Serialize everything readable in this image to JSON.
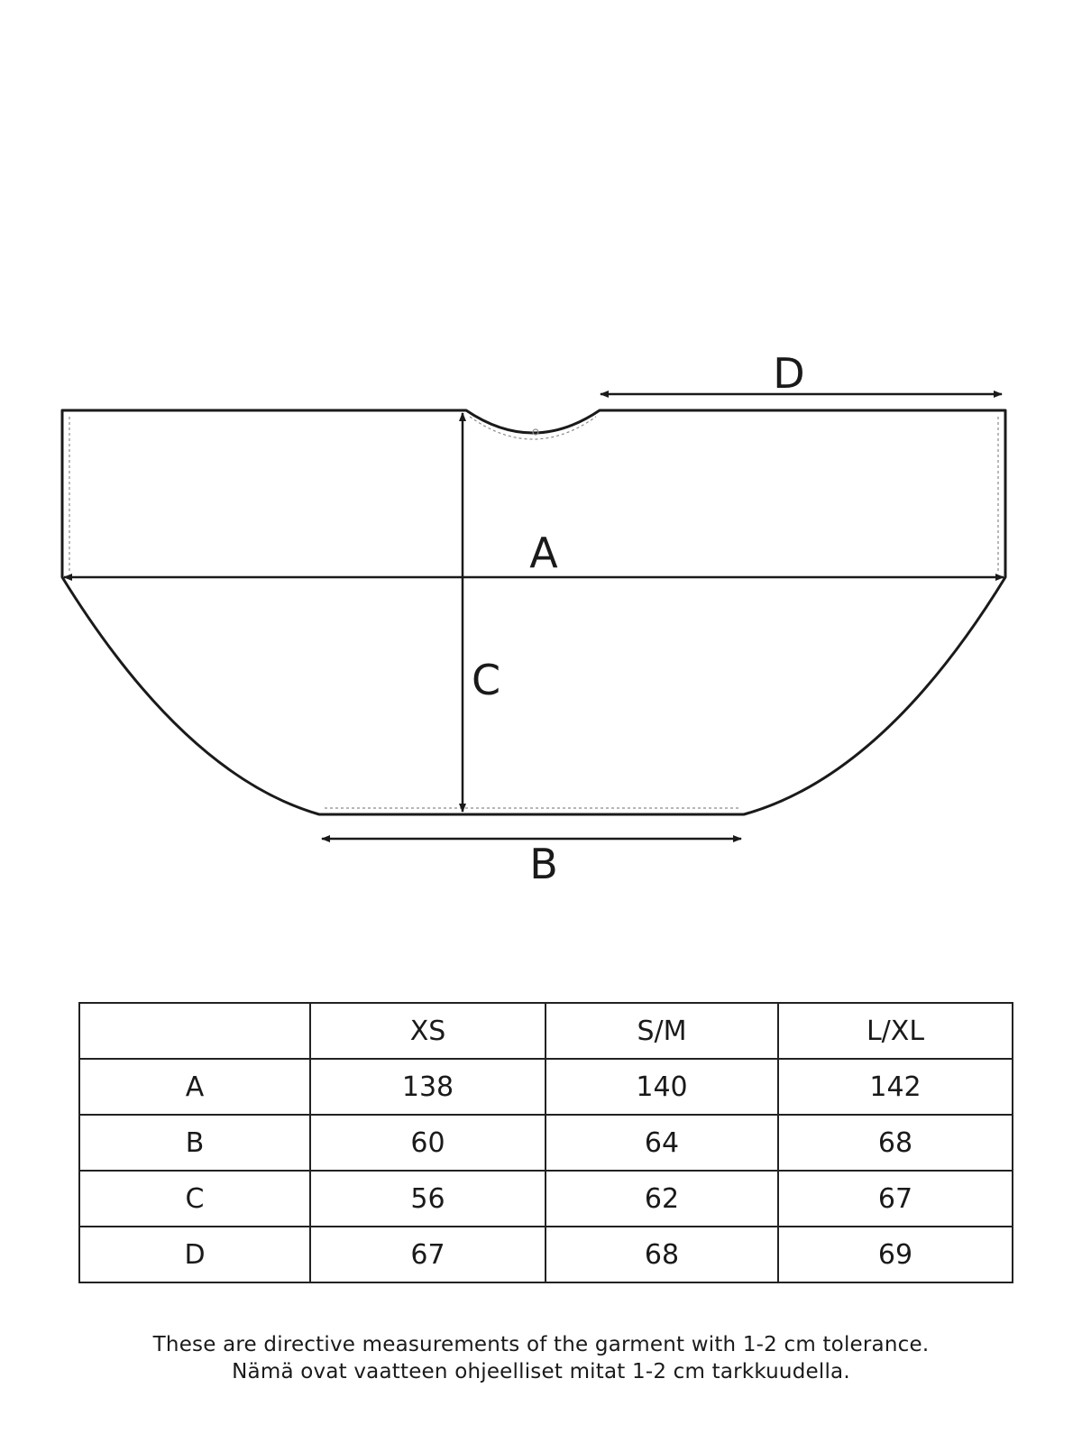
{
  "diagram": {
    "labels": {
      "a": "A",
      "b": "B",
      "c": "C",
      "d": "D"
    }
  },
  "table": {
    "header": [
      "",
      "XS",
      "S/M",
      "L/XL"
    ],
    "rows": [
      [
        "A",
        "138",
        "140",
        "142"
      ],
      [
        "B",
        "60",
        "64",
        "68"
      ],
      [
        "C",
        "56",
        "62",
        "67"
      ],
      [
        "D",
        "67",
        "68",
        "69"
      ]
    ]
  },
  "note": {
    "line_en": "These are directive measurements of the garment with 1-2 cm tolerance.",
    "line_fi": "Nämä ovat vaatteen ohjeelliset mitat 1-2 cm tarkkuudella."
  },
  "colors": {
    "line": "#1a1a1a",
    "stitch": "#8a8a8a",
    "background": "#ffffff"
  }
}
